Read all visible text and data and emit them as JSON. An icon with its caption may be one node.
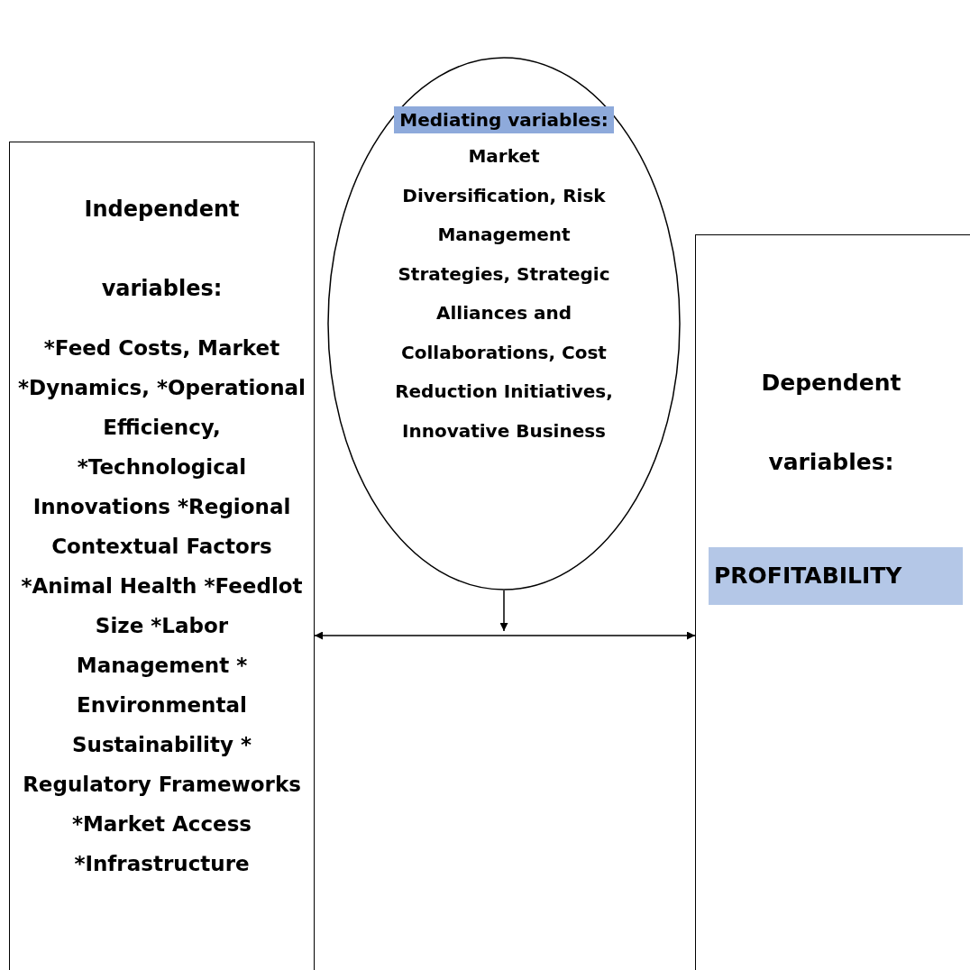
{
  "diagram": {
    "nodes": [
      {
        "text": [
          "Independent variables:",
          "*Feed Costs, Market *Dynamics, *Operational Efficiency, *Technological Innovations *Regional Contextual Factors *Animal Health *Feedlot Size *Labor Management * Environmental Sustainability * Regulatory Frameworks *Market Access *Infrastructure"
        ]
      },
      {
        "text": [
          "Mediating variables:",
          "Market Diversification, Risk Management Strategies, Strategic Alliances and Collaborations, Cost Reduction Initiatives, Innovative Business"
        ]
      },
      {
        "text": [
          "Dependent variables:",
          "PROFITABILITY"
        ]
      }
    ],
    "edges": [
      {
        "from": 0,
        "to": 2,
        "arrow": "both"
      },
      {
        "from": 1,
        "to": null,
        "arrow": "to"
      }
    ]
  }
}
